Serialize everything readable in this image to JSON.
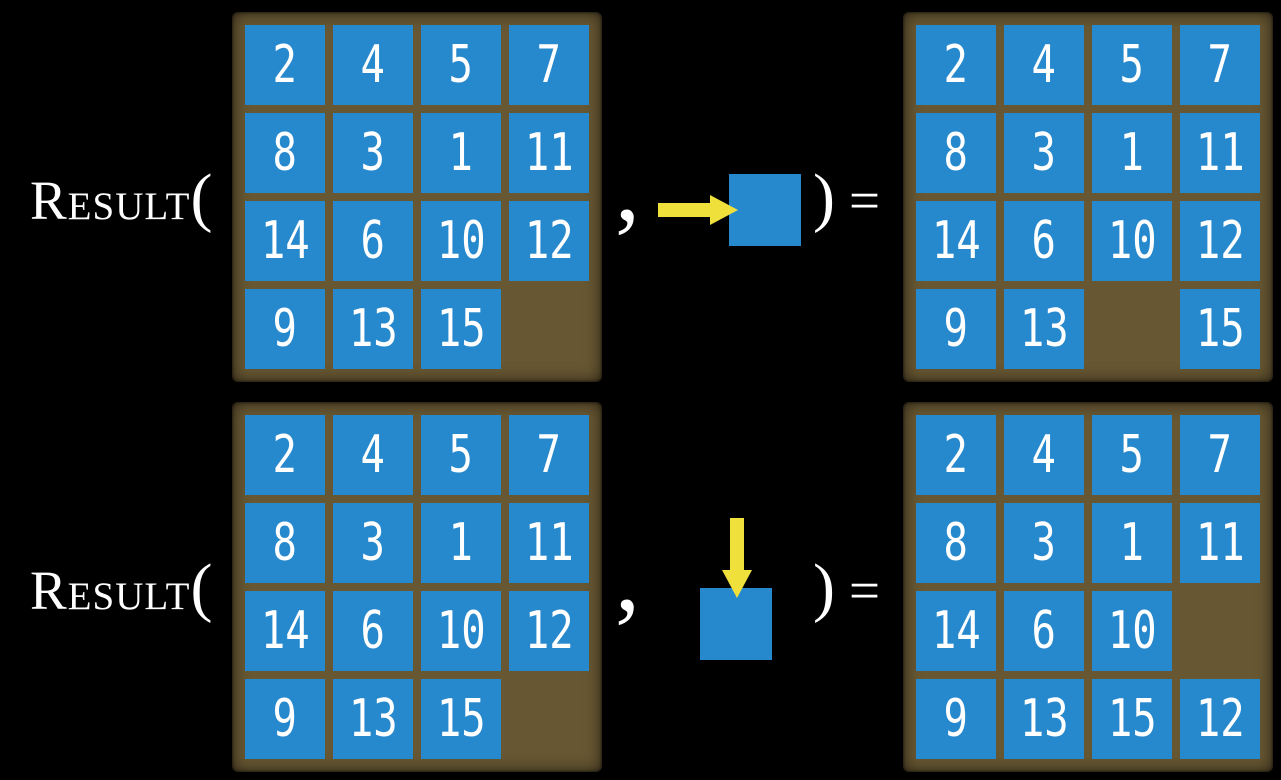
{
  "figure": {
    "description": "RESULT function applied to 15-puzzle states",
    "background": "#000000"
  },
  "colors": {
    "tile_blue": "#2789cd",
    "board_brown": "#675732",
    "arrow_yellow": "#f0e03c",
    "text_white": "#ffffff",
    "bg_black": "#000000"
  },
  "equations": [
    {
      "function_label": "Result",
      "open_paren": "(",
      "comma": ",",
      "action_direction": "right",
      "action_icon": "yellow-right-arrow-into-blue-tile",
      "close_paren": ")",
      "equals": "=",
      "initial_grid": [
        [
          "2",
          "4",
          "5",
          "7"
        ],
        [
          "8",
          "3",
          "1",
          "11"
        ],
        [
          "14",
          "6",
          "10",
          "12"
        ],
        [
          "9",
          "13",
          "15",
          ""
        ]
      ],
      "result_grid": [
        [
          "2",
          "4",
          "5",
          "7"
        ],
        [
          "8",
          "3",
          "1",
          "11"
        ],
        [
          "14",
          "6",
          "10",
          "12"
        ],
        [
          "9",
          "13",
          "",
          "15"
        ]
      ]
    },
    {
      "function_label": "Result",
      "open_paren": "(",
      "comma": ",",
      "action_direction": "down",
      "action_icon": "yellow-down-arrow-into-blue-tile",
      "close_paren": ")",
      "equals": "=",
      "initial_grid": [
        [
          "2",
          "4",
          "5",
          "7"
        ],
        [
          "8",
          "3",
          "1",
          "11"
        ],
        [
          "14",
          "6",
          "10",
          "12"
        ],
        [
          "9",
          "13",
          "15",
          ""
        ]
      ],
      "result_grid": [
        [
          "2",
          "4",
          "5",
          "7"
        ],
        [
          "8",
          "3",
          "1",
          "11"
        ],
        [
          "14",
          "6",
          "10",
          ""
        ],
        [
          "9",
          "13",
          "15",
          "12"
        ]
      ]
    }
  ]
}
